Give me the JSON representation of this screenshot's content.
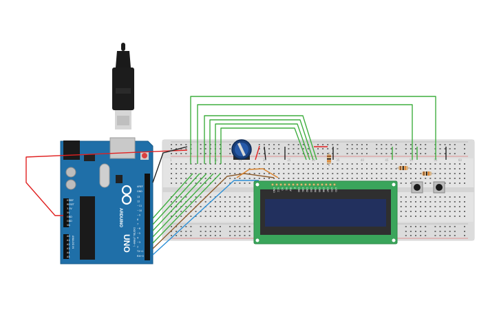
{
  "arduino": {
    "brand": "ARDUINO",
    "model": "UNO",
    "power_pins": [
      "IOREF",
      "RESET",
      "3.3V",
      "5V",
      "GND",
      "GND",
      "Vin"
    ],
    "analog_pins": [
      "A0",
      "A1",
      "A2",
      "A3",
      "A4",
      "A5"
    ],
    "analog_header": "ANALOG IN",
    "aref": "AREF",
    "gnd": "GND",
    "digital_pins": [
      "13",
      "12",
      "~11",
      "~10",
      "~9",
      "8",
      "7",
      "~6",
      "~5",
      "4",
      "~3",
      "2",
      "TX→1",
      "RX←0"
    ],
    "digital_header": "DIGITAL (PWM~)"
  },
  "breadboard": {
    "column_numbers": [
      "1",
      "5",
      "10",
      "15",
      "20",
      "25",
      "30",
      "35",
      "40",
      "45",
      "50",
      "55",
      "60"
    ]
  },
  "lcd": {
    "pin_labels": [
      "GND",
      "VCC",
      "V0",
      "RS",
      "RW",
      "E",
      "DB0",
      "DB1",
      "DB2",
      "DB3",
      "DB4",
      "DB5",
      "DB6",
      "DB7",
      "LED",
      "LED"
    ]
  },
  "colors": {
    "arduino_blue": "#1f6fa8",
    "breadboard": "#e5e5e5",
    "wire_green": "#3fae3f",
    "wire_red": "#e02020",
    "wire_black": "#222222",
    "wire_orange": "#d9822b",
    "wire_brown": "#8a5a2b",
    "wire_blue": "#2a8fd6",
    "lcd_pcb": "#3aa55b",
    "lcd_screen": "#22305e"
  }
}
